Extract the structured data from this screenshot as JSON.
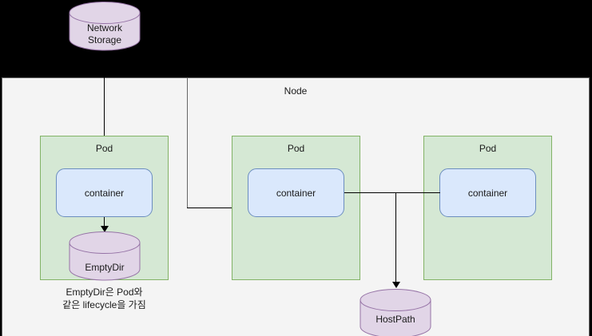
{
  "diagram": {
    "node": {
      "label": "Node"
    },
    "network_storage": {
      "label_line1": "Network",
      "label_line2": "Storage",
      "shape": "cylinder-icon"
    },
    "pods": [
      {
        "label": "Pod",
        "container_label": "container",
        "volume": {
          "label": "EmptyDir",
          "shape": "cylinder-icon"
        },
        "caption_line1": "EmptyDir은 Pod와",
        "caption_line2": "같은 lifecycle을 가짐"
      },
      {
        "label": "Pod",
        "container_label": "container"
      },
      {
        "label": "Pod",
        "container_label": "container"
      }
    ],
    "host_path": {
      "label": "HostPath",
      "shape": "cylinder-icon"
    },
    "colors": {
      "pod_fill": "#d5e8d4",
      "pod_stroke": "#82b366",
      "container_fill": "#dae8fc",
      "container_stroke": "#6c8ebf",
      "cylinder_fill": "#e1d5e7",
      "cylinder_stroke": "#9673a6",
      "node_fill": "#f4f4f4",
      "node_stroke": "#666666",
      "backdrop": "#000000",
      "connector": "#000000"
    }
  }
}
